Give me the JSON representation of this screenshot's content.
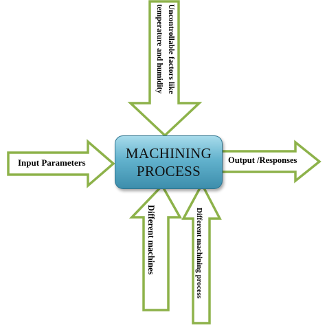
{
  "colors": {
    "arrow_stroke": "#8db24a",
    "arrow_fill": "#ffffff",
    "box_fill_top": "#a7dbeb",
    "box_fill_bottom": "#3d8eac"
  },
  "process": {
    "line1": "MACHINING",
    "line2": "PROCESS"
  },
  "arrows": {
    "input": "Input Parameters",
    "output": "Output /Responses",
    "top": "Uncontrollable factors like temperature and humidity",
    "bottom_left": "Different machines",
    "bottom_right": "Different machining process"
  }
}
